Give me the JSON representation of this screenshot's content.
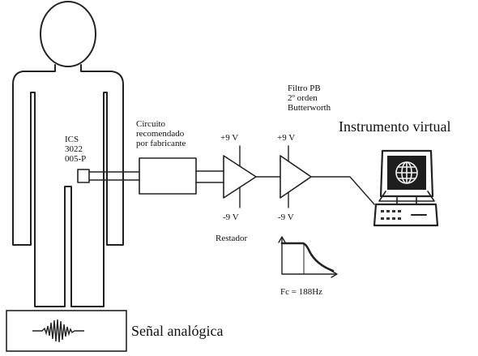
{
  "sensor": {
    "label_lines": [
      "ICS",
      "3022",
      "005-P"
    ]
  },
  "circuit": {
    "label_lines": [
      "Circuito",
      "recomendado",
      "por fabricante"
    ]
  },
  "subtractor": {
    "supply_pos": "+9 V",
    "supply_neg": "-9 V",
    "label": "Restador"
  },
  "filter": {
    "label_lines": [
      "Filtro PB",
      "2º orden",
      "Butterworth"
    ],
    "supply_pos": "+9 V",
    "supply_neg": "-9 V",
    "cutoff": "Fc = 188Hz"
  },
  "instrument": {
    "label": "Instrumento virtual"
  },
  "signal": {
    "label": "Señal analógica"
  }
}
